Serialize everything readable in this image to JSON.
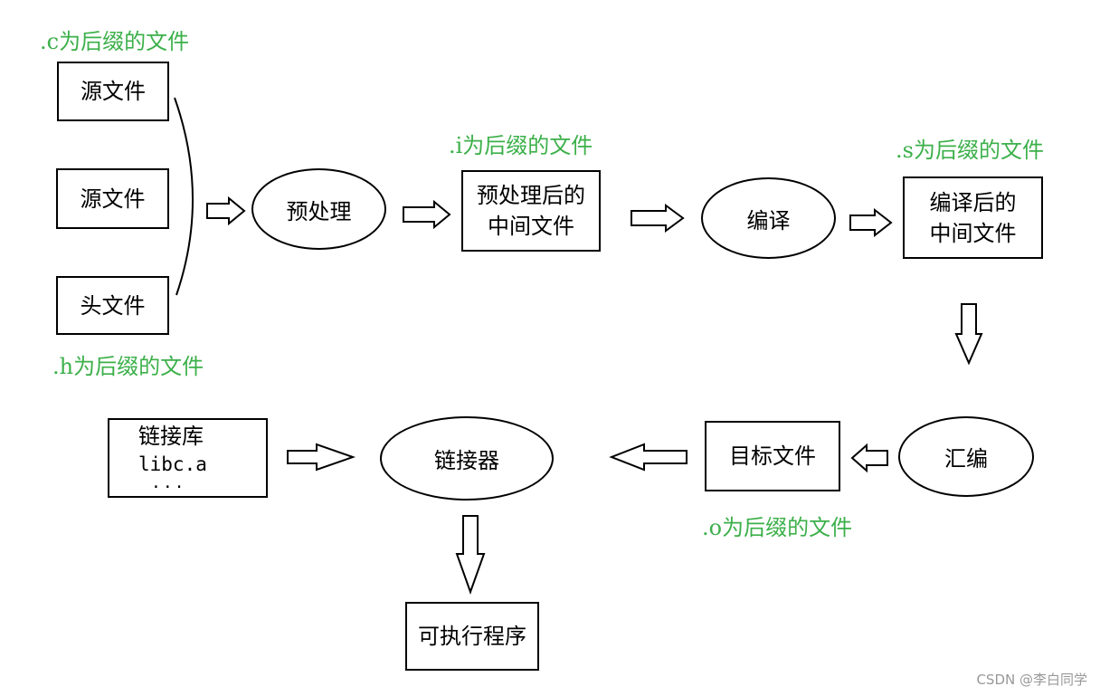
{
  "notes": {
    "c_suffix": ".c为后缀的文件",
    "h_suffix": ".h为后缀的文件",
    "i_suffix": ".i为后缀的文件",
    "s_suffix": ".s为后缀的文件",
    "o_suffix": ".o为后缀的文件"
  },
  "nodes": {
    "source_file_1": "源文件",
    "source_file_2": "源文件",
    "header_file": "头文件",
    "preprocess": "预处理",
    "preprocessed_line1": "预处理后的",
    "preprocessed_line2": "中间文件",
    "compile": "编译",
    "compiled_line1": "编译后的",
    "compiled_line2": "中间文件",
    "assemble": "汇编",
    "object_file": "目标文件",
    "linker": "链接器",
    "library_title": "链接库",
    "library_item": "libc.a",
    "library_more": "...",
    "executable": "可执行程序"
  },
  "watermark": "CSDN @李白同学",
  "colors": {
    "note_green": "#3cb04a",
    "line_black": "#000000",
    "watermark_gray": "#999999"
  }
}
